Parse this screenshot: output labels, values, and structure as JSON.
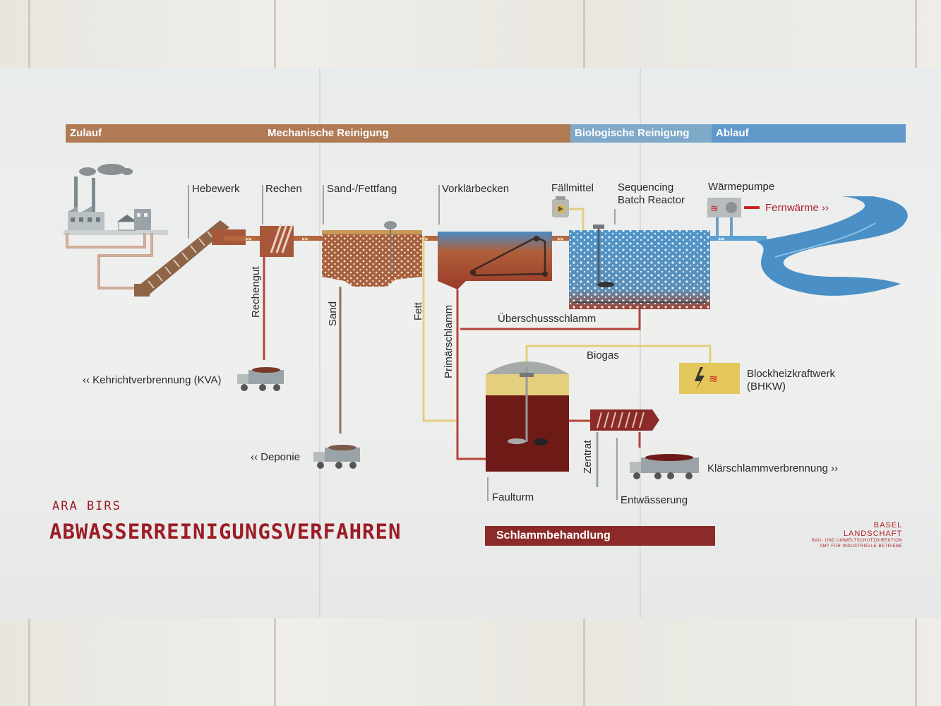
{
  "bands": {
    "zulauf": "Zulauf",
    "mechanisch": "Mechanische Reinigung",
    "biologisch": "Biologische Reinigung",
    "ablauf": "Ablauf"
  },
  "stages": {
    "hebewerk": "Hebewerk",
    "rechen": "Rechen",
    "sandfang": "Sand-/Fettfang",
    "vorklaer": "Vorklärbecken",
    "faellmittel": "Fällmittel",
    "sbr_line1": "Sequencing",
    "sbr_line2": "Batch Reactor",
    "waermepumpe": "Wärmepumpe",
    "fernwaerme": "Fernwärme ››"
  },
  "flows": {
    "rechengut": "Rechengut",
    "sand": "Sand",
    "fett": "Fett",
    "primaerschlamm": "Primärschlamm",
    "ueberschuss": "Überschussschlamm",
    "biogas": "Biogas",
    "zentrat": "Zentrat"
  },
  "destinations": {
    "kva": "‹‹ Kehrichtverbrennung (KVA)",
    "deponie": "‹‹ Deponie",
    "bhkw_line1": "Blockheizkraftwerk",
    "bhkw_line2": "(BHKW)",
    "klaerschlamm": "Klärschlammverbrennung ››"
  },
  "sludge": {
    "faulturm": "Faulturm",
    "entwaesserung": "Entwässerung",
    "bar": "Schlammbehandlung"
  },
  "title": {
    "plant": "ARA BIRS",
    "process": "ABWASSERREINIGUNGSVERFAHREN"
  },
  "logo": {
    "line1": "BASEL",
    "line2": "LANDSCHAFT",
    "line3": "BAU- UND UMWELTSCHUTZDIREKTION",
    "line4": "AMT FÜR INDUSTRIELLE BETRIEBE"
  },
  "colors": {
    "mechanical_band": "#b07a55",
    "biological_band": "#7ea9c9",
    "outflow_band": "#5f98c9",
    "sludge": "#8b2a28",
    "gas": "#e3cf7e",
    "water": "#4a8fc5",
    "title_red": "#9c1c25"
  }
}
